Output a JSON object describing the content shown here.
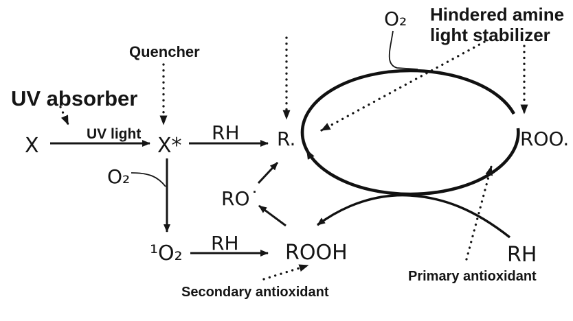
{
  "colors": {
    "accent_red": "#e51f26",
    "accent_blue": "#3b4a9f",
    "accent_maroon": "#8e1122",
    "gray": "#8f8f8f",
    "ink": "#151515"
  },
  "stabilizers": {
    "uv_absorber": "UV absorber",
    "quencher": "Quencher",
    "hals_line1": "Hindered amine",
    "hals_line2": "light stabilizer",
    "primary_antioxidant": "Primary antioxidant",
    "secondary_antioxidant": "Secondary antioxidant"
  },
  "species": {
    "x": "X",
    "x_excited": "X*",
    "uv_light": "UV light",
    "rh_top": "RH",
    "r_radical": "R.",
    "roo_radical": "ROO.",
    "o2_top": "O₂",
    "o2_left": "O₂",
    "singlet_o2": "¹O₂",
    "rh_mid": "RH",
    "ro_radical": "RO˙",
    "rooh": "ROOH",
    "rh_right": "RH"
  }
}
